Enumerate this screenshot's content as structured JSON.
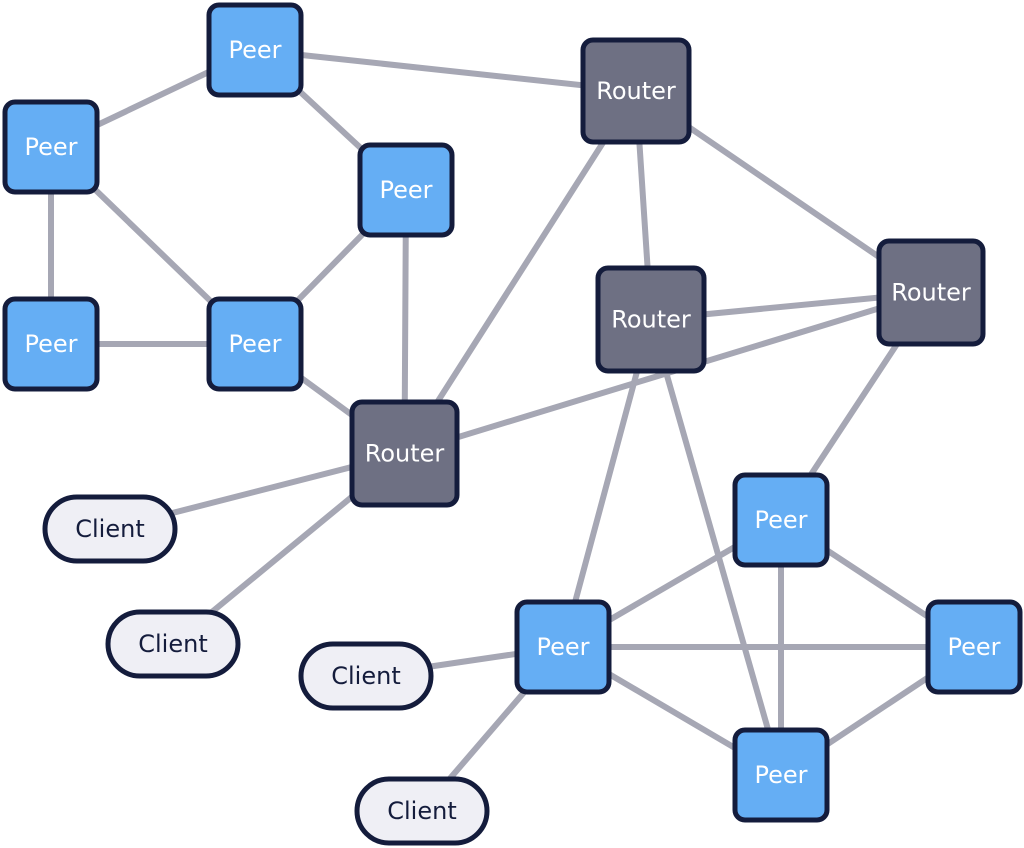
{
  "colors": {
    "peer_fill": "#65aef4",
    "router_fill": "#6e7083",
    "client_fill": "#efeff5",
    "outline": "#141c3c",
    "edge": "#a6a7b4",
    "label_light": "#ffffff",
    "label_dark": "#141c3c"
  },
  "labels": {
    "peer": "Peer",
    "router": "Router",
    "client": "Client"
  },
  "nodes": [
    {
      "id": "p1",
      "kind": "peer"
    },
    {
      "id": "p2",
      "kind": "peer"
    },
    {
      "id": "p3",
      "kind": "peer"
    },
    {
      "id": "p4",
      "kind": "peer"
    },
    {
      "id": "p5",
      "kind": "peer"
    },
    {
      "id": "r1",
      "kind": "router"
    },
    {
      "id": "r2",
      "kind": "router"
    },
    {
      "id": "r3",
      "kind": "router"
    },
    {
      "id": "r4",
      "kind": "router"
    },
    {
      "id": "c1",
      "kind": "client"
    },
    {
      "id": "c2",
      "kind": "client"
    },
    {
      "id": "p6",
      "kind": "peer"
    },
    {
      "id": "p7",
      "kind": "peer"
    },
    {
      "id": "p8",
      "kind": "peer"
    },
    {
      "id": "p9",
      "kind": "peer"
    },
    {
      "id": "c3",
      "kind": "client"
    },
    {
      "id": "c4",
      "kind": "client"
    }
  ],
  "edges": [
    [
      "p1",
      "p2"
    ],
    [
      "p1",
      "p3"
    ],
    [
      "p1",
      "r1"
    ],
    [
      "p2",
      "p4"
    ],
    [
      "p2",
      "p5"
    ],
    [
      "p3",
      "p5"
    ],
    [
      "p3",
      "r4"
    ],
    [
      "p4",
      "p5"
    ],
    [
      "p5",
      "r4"
    ],
    [
      "r1",
      "r2"
    ],
    [
      "r1",
      "r3"
    ],
    [
      "r1",
      "r4"
    ],
    [
      "r2",
      "r3"
    ],
    [
      "r2",
      "r4"
    ],
    [
      "r2",
      "p7"
    ],
    [
      "r3",
      "p6"
    ],
    [
      "r3",
      "p8"
    ],
    [
      "r4",
      "c1"
    ],
    [
      "r4",
      "c2"
    ],
    [
      "p6",
      "p7"
    ],
    [
      "p6",
      "p8"
    ],
    [
      "p6",
      "p9"
    ],
    [
      "p6",
      "c3"
    ],
    [
      "p6",
      "c4"
    ],
    [
      "p7",
      "p9"
    ],
    [
      "p7",
      "p8"
    ],
    [
      "p9",
      "p8"
    ]
  ]
}
